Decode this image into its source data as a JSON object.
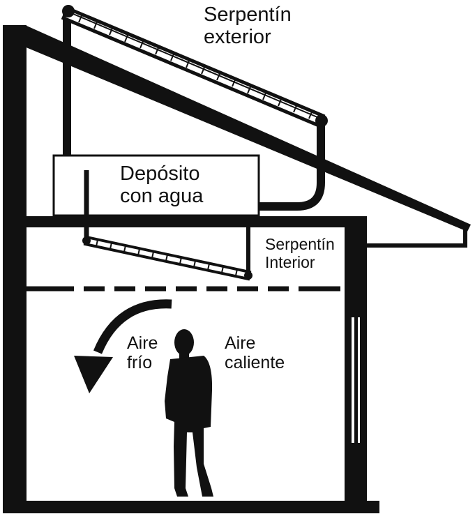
{
  "labels": {
    "exterior_coil": {
      "line1": "Serpentín",
      "line2": "exterior"
    },
    "water_tank": {
      "line1": "Depósito",
      "line2": "con agua"
    },
    "interior_coil": {
      "line1": "Serpentín",
      "line2": "Interior"
    },
    "cold_air": {
      "line1": "Aire",
      "line2": "frío"
    },
    "hot_air": {
      "line1": "Aire",
      "line2": "caliente"
    }
  },
  "colors": {
    "ink": "#111111",
    "paper": "#ffffff"
  },
  "icons": [
    "person-silhouette-icon",
    "cold-air-arrow-icon"
  ]
}
